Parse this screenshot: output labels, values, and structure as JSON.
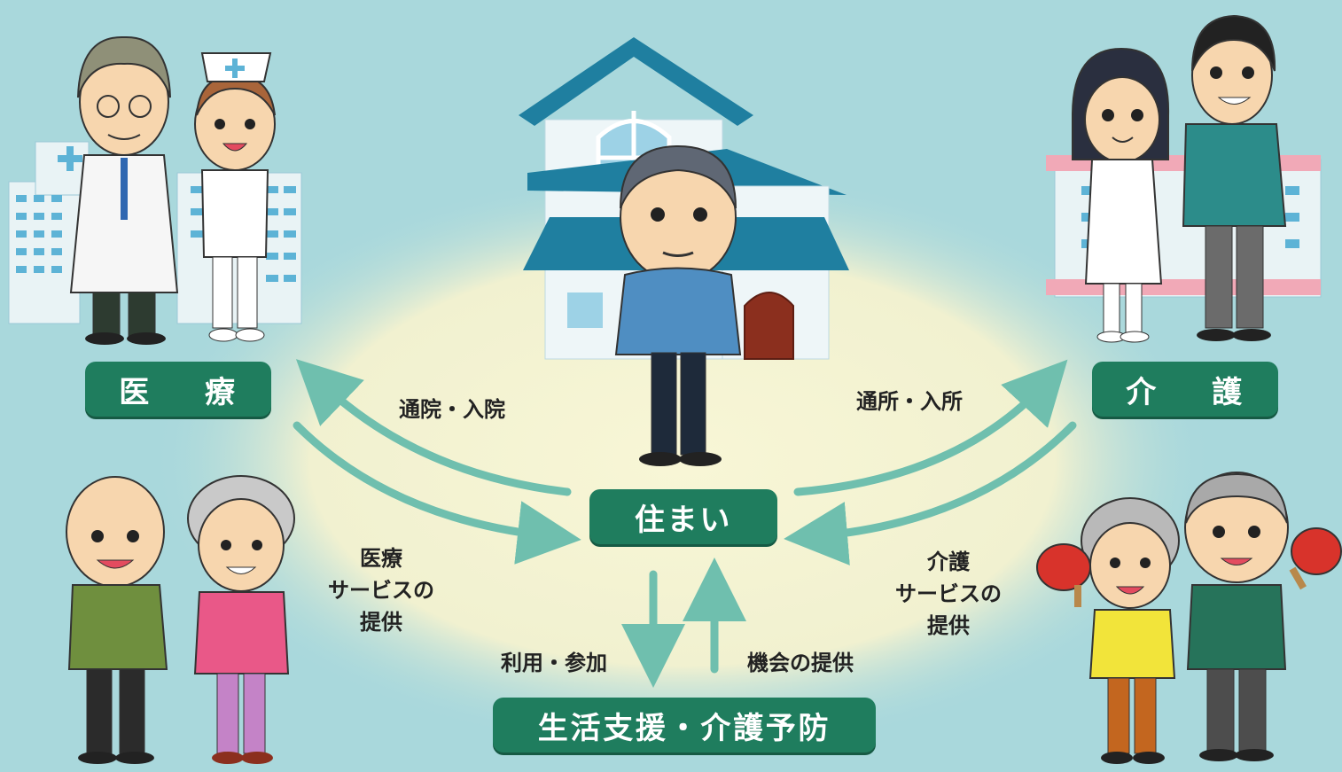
{
  "boxes": {
    "iryo": [
      "医",
      "療"
    ],
    "kaigo": [
      "介",
      "護"
    ],
    "sumai": "住まい",
    "seikatsu": "生活支援・介護予防"
  },
  "flows": {
    "tsuin": "通院・入院",
    "tsusho": "通所・入所",
    "iryo_service": [
      "医療",
      "サービスの",
      "提供"
    ],
    "kaigo_service": [
      "介護",
      "サービスの",
      "提供"
    ],
    "riyo": "利用・参加",
    "kikai": "機会の提供"
  },
  "colors": {
    "background": "#a9d8dc",
    "glow": "#f4f3d2",
    "label_box": "#1f7d5e",
    "arrow": "#6fbfae",
    "roof": "#1f7fa0"
  }
}
